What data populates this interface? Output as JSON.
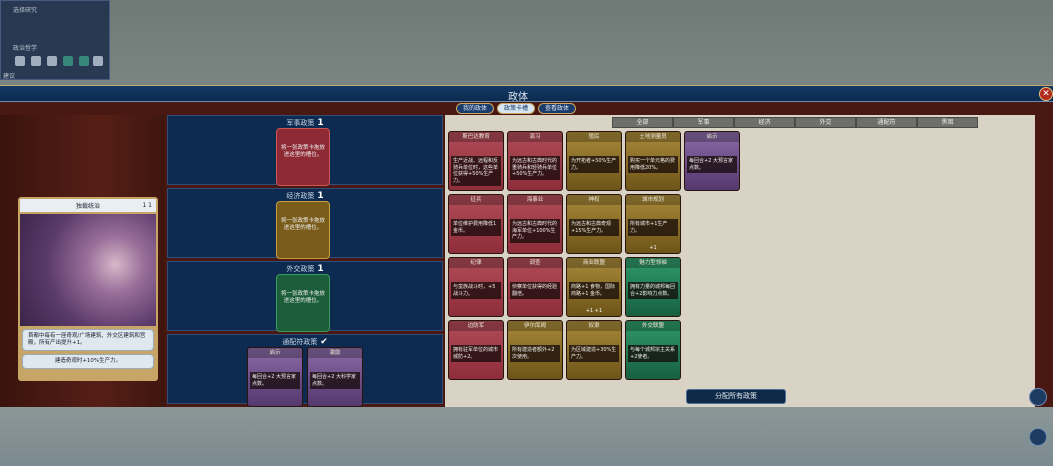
{
  "hud": {
    "research_label": "选择研究",
    "civic_label": "政治哲学",
    "footer": "建议"
  },
  "window": {
    "title": "政体",
    "close": "✕"
  },
  "tabs": [
    {
      "label": "我的政体",
      "selected": false
    },
    {
      "label": "政策卡槽",
      "selected": true
    },
    {
      "label": "查看政体",
      "selected": false
    }
  ],
  "government": {
    "name": "独裁统治",
    "cost": "1 1",
    "bonus": "首都中每有一座奇观/广场建筑、外交区建筑和宫殿，所有产出提升+1。",
    "legacy": "建造奇观时+10%生产力。"
  },
  "slots": [
    {
      "label": "军事政策",
      "count": "1",
      "type": "military",
      "empty_text": "将一张政策卡拖放进这里的槽位。"
    },
    {
      "label": "经济政策",
      "count": "1",
      "type": "economic",
      "empty_text": "将一张政策卡拖放进这里的槽位。"
    },
    {
      "label": "外交政策",
      "count": "1",
      "type": "diplomatic",
      "empty_text": "将一张政策卡拖放进这里的槽位。"
    },
    {
      "label": "通配符政策",
      "count": "✔",
      "type": "wildcard"
    }
  ],
  "wildcard_cards": [
    {
      "title": "启示",
      "desc": "每回合+2 大预言家点数。"
    },
    {
      "title": "激励",
      "desc": "每回合+2 大科学家点数。"
    }
  ],
  "filters": [
    "全部",
    "军事",
    "经济",
    "外交",
    "通配符",
    "黑暗"
  ],
  "cards": [
    {
      "title": "斯巴达教育",
      "type": "military",
      "desc": "生产近战、远程和反骑兵单位时，这些单位获得+50%生产力。"
    },
    {
      "title": "演习",
      "type": "military",
      "desc": "为远古和古典时代的重骑兵和轻骑兵单位+50%生产力。"
    },
    {
      "title": "殖民",
      "type": "economic",
      "desc": "为开拓者+50%生产力。"
    },
    {
      "title": "土地测量员",
      "type": "economic",
      "desc": "购买一个单元格的费用降低20%。"
    },
    {
      "title": "启示",
      "type": "wildcard",
      "desc": "每回合+2 大预言家点数。"
    },
    {
      "title": "征兵",
      "type": "military",
      "desc": "单位维护费用降低1金币。"
    },
    {
      "title": "海事业",
      "type": "military",
      "desc": "为远古和古典时代的海军单位+100%生产力。"
    },
    {
      "title": "神权",
      "type": "economic",
      "desc": "为远古和古典奇观+15%生产力。"
    },
    {
      "title": "城市规划",
      "type": "economic",
      "desc": "所有城市+1生产力。",
      "footer": "+1"
    },
    {
      "title": "纪律",
      "type": "military",
      "desc": "与蛮族战斗时，+5战斗力。"
    },
    {
      "title": "调查",
      "type": "military",
      "desc": "侦察单位获得的经验翻倍。"
    },
    {
      "title": "商业联盟",
      "type": "economic",
      "desc": "商路+1 食物，国际商路+1 金币。",
      "footer": "+1  +1"
    },
    {
      "title": "魅力型领袖",
      "type": "diplomatic",
      "desc": "拥有力量的城邦每回合+2影响力点数。"
    },
    {
      "title": "边防军",
      "type": "military",
      "desc": "拥有驻军单位的城市城防+2。"
    },
    {
      "title": "伊尔库姆",
      "type": "economic",
      "desc": "所有建造者额外+2次使用。"
    },
    {
      "title": "奴隶",
      "type": "economic",
      "desc": "为区域建造+30%生产力。"
    },
    {
      "title": "外交联盟",
      "type": "diplomatic",
      "desc": "与每个城邦宗主关系+2使者。"
    }
  ],
  "assign_button": "分配所有政策"
}
